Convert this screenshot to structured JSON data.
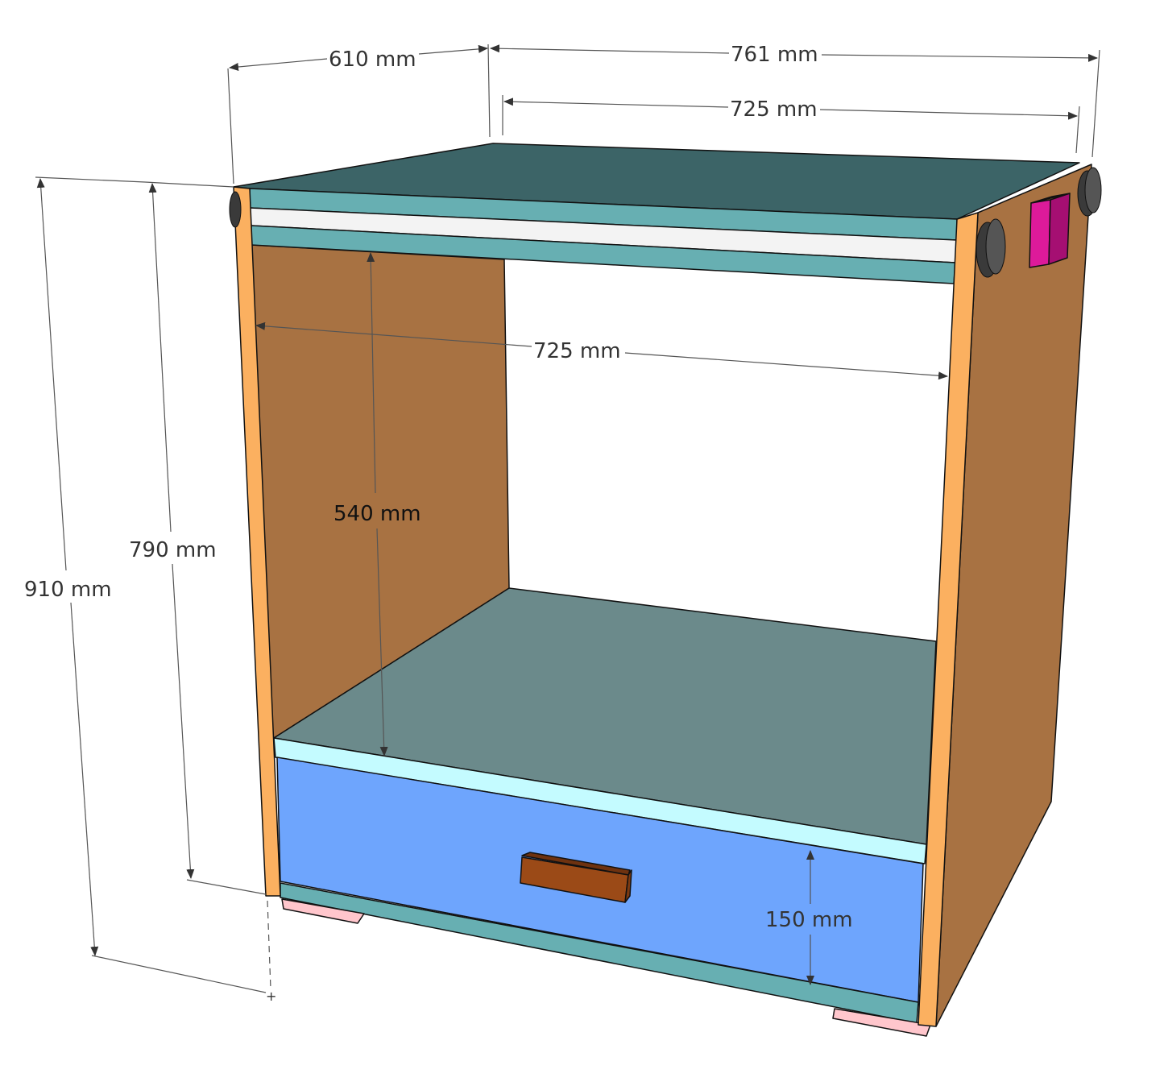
{
  "title": "Cabinet with drawer – dimensioned 3D model",
  "dimensions": {
    "depth_top": "610 mm",
    "overall_width": "761 mm",
    "inner_width_top": "725 mm",
    "inner_width_middle": "725 mm",
    "opening_height": "540 mm",
    "carcass_height": "790 mm",
    "overall_height": "910 mm",
    "drawer_height": "150 mm"
  },
  "colors": {
    "top_panel": "#3c6467",
    "teal_edge": "#67afb2",
    "white_strip": "#f3f3f3",
    "side_edge": "#fbb060",
    "side_face": "#a87242",
    "shelf": "#6b8a8b",
    "shelf_front": "#c4fbff",
    "drawer_front": "#6ea5fd",
    "handle": "#9b4a17",
    "feet": "#ffc6cc",
    "knob": "#4a4a4a",
    "magenta_block": "#dd1a9a"
  }
}
